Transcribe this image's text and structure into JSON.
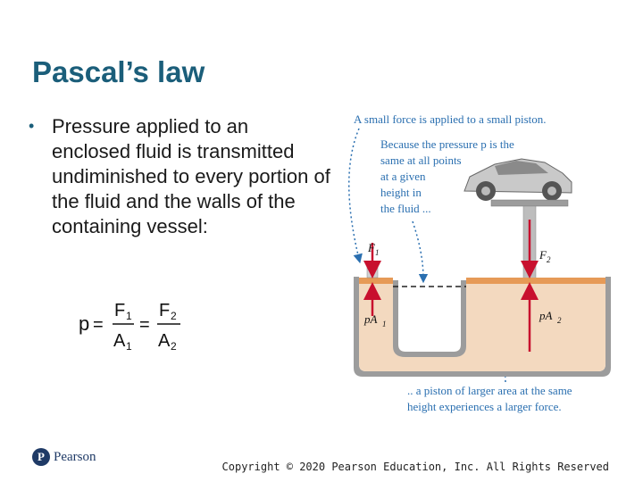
{
  "slide": {
    "title": "Pascal’s law",
    "bullet": "Pressure applied to an enclosed fluid is transmitted undiminished to every portion of the fluid and the walls of the containing vessel:"
  },
  "formula": {
    "p": "p",
    "eq": "=",
    "F": "F",
    "A": "A",
    "sub1": "1",
    "sub2": "2"
  },
  "diagram": {
    "caption_top": "A small force is applied to a small piston.",
    "pressure_note": [
      "Because the pressure p is the",
      "same at all points",
      "at a given",
      "height in",
      "the fluid ..."
    ],
    "force_small": "F",
    "force_small_sub": "1",
    "force_large": "F",
    "force_large_sub": "2",
    "pA_small": "pA",
    "pA_small_sub": "1",
    "pA_large": "pA",
    "pA_large_sub": "2",
    "caption_bottom": [
      ".. a piston of larger area at the same",
      "height experiences a larger force."
    ],
    "colors": {
      "fluid": "#f3d9bf",
      "vessel": "#9c9c9c",
      "piston": "#e69a57",
      "arrow": "#c8102e",
      "note": "#2a6fb0"
    }
  },
  "footer": {
    "logo_letter": "P",
    "logo_text": "Pearson",
    "copyright": "Copyright © 2020 Pearson Education, Inc. All Rights Reserved"
  }
}
